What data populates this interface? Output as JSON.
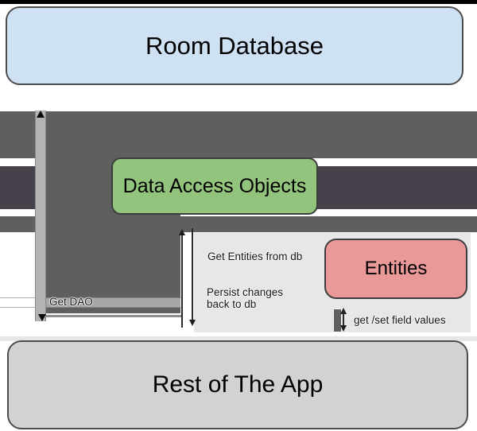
{
  "diagram": {
    "nodes": {
      "room": {
        "label": "Room Database",
        "fill": "#cfe2f3"
      },
      "dao": {
        "label": "Data Access Objects",
        "fill": "#93c47d"
      },
      "entities": {
        "label": "Entities",
        "fill": "#ea9999"
      },
      "app": {
        "label": "Rest of The App",
        "fill": "#d2d2d2"
      }
    },
    "edge_labels": {
      "get_dao": "Get DAO",
      "get_entities": "Get Entities from db",
      "persist": "Persist changes\nback to db",
      "get_set": "get /set field values"
    },
    "colors": {
      "top_bar": "#000000",
      "arrow_medium": "#5f5f5f",
      "arrow_dark": "#46414a",
      "arrow_light_bar": "#b3b3b3",
      "panel": "#e7e7e7"
    }
  }
}
